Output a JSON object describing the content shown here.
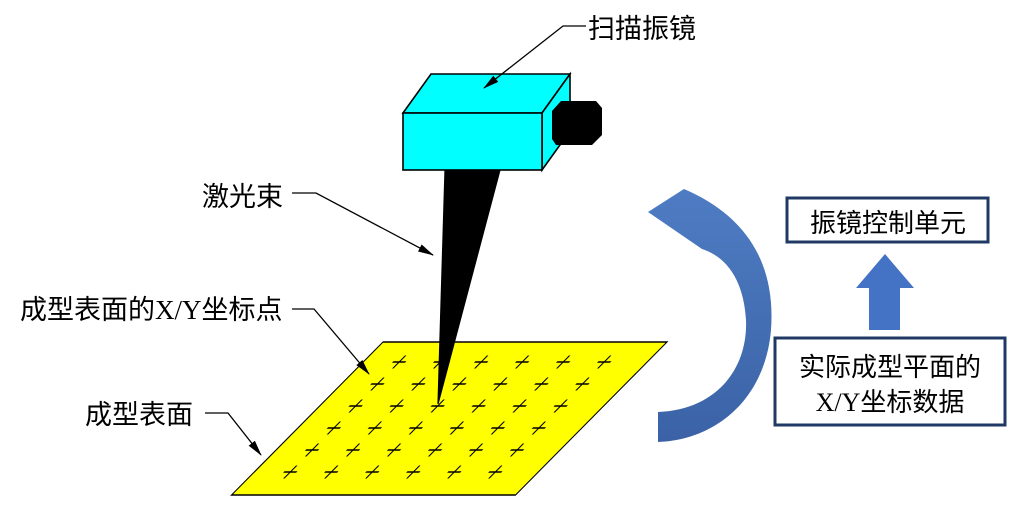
{
  "labels": {
    "scanner": "扫描振镜",
    "laser_beam": "激光束",
    "surface_points": "成型表面的X/Y坐标点",
    "surface": "成型表面"
  },
  "flow": {
    "control_unit": "振镜控制单元",
    "coordinate_data_line1": "实际成型平面的",
    "coordinate_data_line2": "X/Y坐标数据"
  },
  "marks_grid": {
    "rows": 6,
    "cols": 6
  },
  "colors": {
    "scanner_body": "#00FFFF",
    "camera_block": "#000000",
    "laser_beam": "#FF0000",
    "surface": "#FFFF00",
    "flow_arrow": "#4472C4",
    "flow_box_border": "#1F3864",
    "leader_line": "#000000"
  }
}
